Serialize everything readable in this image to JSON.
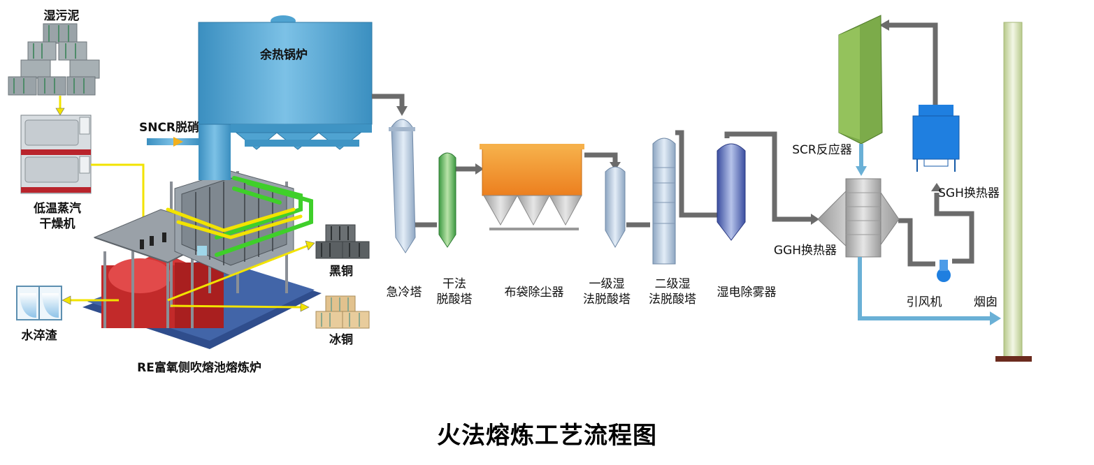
{
  "diagram": {
    "caption": "火法熔炼工艺流程图",
    "labels": {
      "wet_sludge": "湿污泥",
      "low_temp_dryer_line1": "低温蒸汽",
      "low_temp_dryer_line2": "干燥机",
      "water_quenched_slag": "水淬渣",
      "furnace": "RE富氧侧吹熔池熔炼炉",
      "black_copper": "黑铜",
      "ice_copper": "冰铜",
      "snc_denitration": "SNCR脱硝",
      "waste_heat_boiler": "余热锅炉",
      "quench_tower": "急冷塔",
      "dry_deacid_line1": "干法",
      "dry_deacid_line2": "脱酸塔",
      "bag_filter": "布袋除尘器",
      "wet1_line1": "一级湿",
      "wet1_line2": "法脱酸塔",
      "wet2_line1": "二级湿",
      "wet2_line2": "法脱酸塔",
      "wesp": "湿电除雾器",
      "scr_reactor": "SCR反应器",
      "sgh": "SGH换热器",
      "ggh": "GGH换热器",
      "id_fan": "引风机",
      "chimney": "烟囱"
    },
    "colors": {
      "flow_gray": "#6b6b6b",
      "flow_yellow": "#f2e300",
      "flow_blue": "#6ab0d6",
      "boiler_blue": "#4fa3d1",
      "bag_orange": "#f29a33",
      "scr_green": "#7cab4a",
      "sgh_blue": "#1f7fe0",
      "furnace_red": "#c82a2a",
      "pipe_green": "#3fcf2a",
      "chimney_green": "#d3e0a8"
    }
  }
}
